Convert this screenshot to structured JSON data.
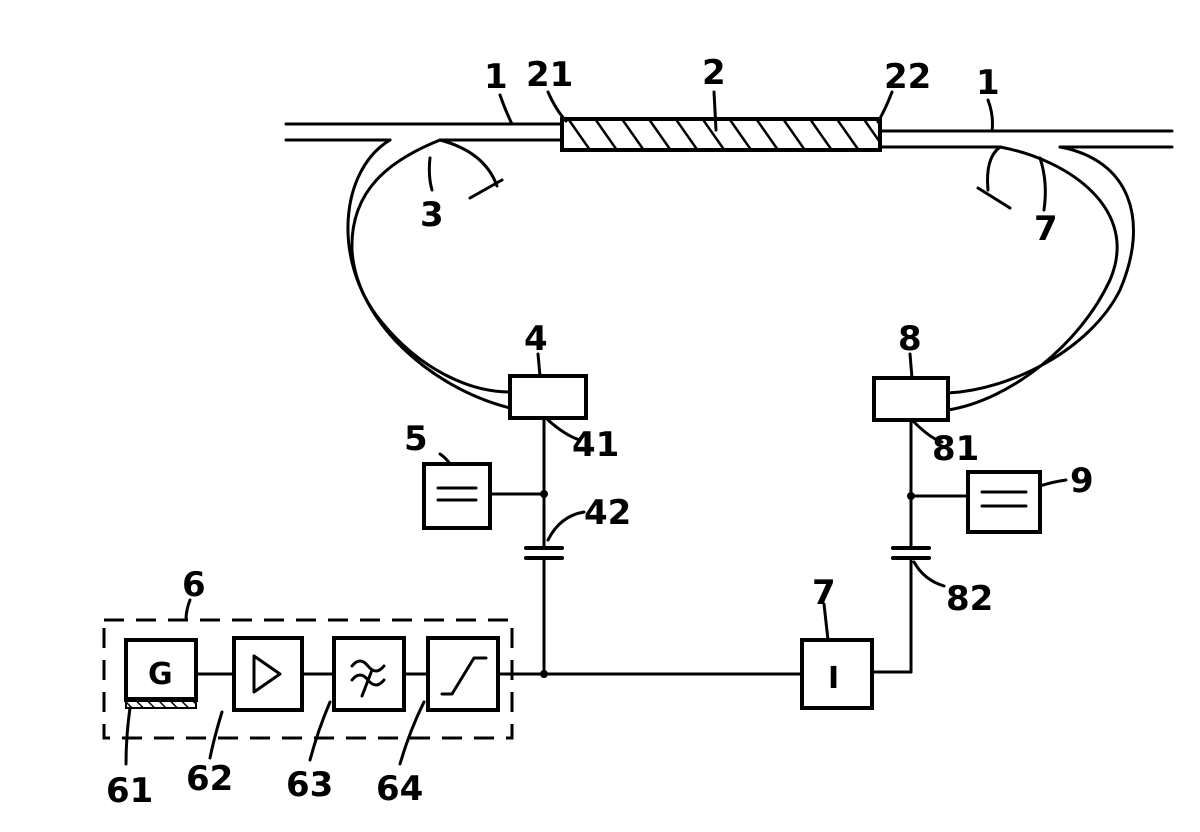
{
  "labels": {
    "fiber_left": "1",
    "fiber_right": "1",
    "rod": "2",
    "rod_left_end": "21",
    "rod_right_end": "22",
    "coupler_left": "3",
    "coupler_right": "7",
    "transducer_left": "4",
    "transducer_left_wire": "41",
    "capacitor_left": "42",
    "bias_left": "5",
    "driver_group": "6",
    "generator": "61",
    "amplifier": "62",
    "filter": "63",
    "limiter": "64",
    "integrator_ref": "7",
    "transducer_right": "8",
    "transducer_right_wire": "81",
    "capacitor_right": "82",
    "bias_right": "9"
  },
  "block_text": {
    "generator": "G",
    "integrator": "I"
  },
  "colors": {
    "ink": "#000000",
    "paper": "#ffffff"
  }
}
